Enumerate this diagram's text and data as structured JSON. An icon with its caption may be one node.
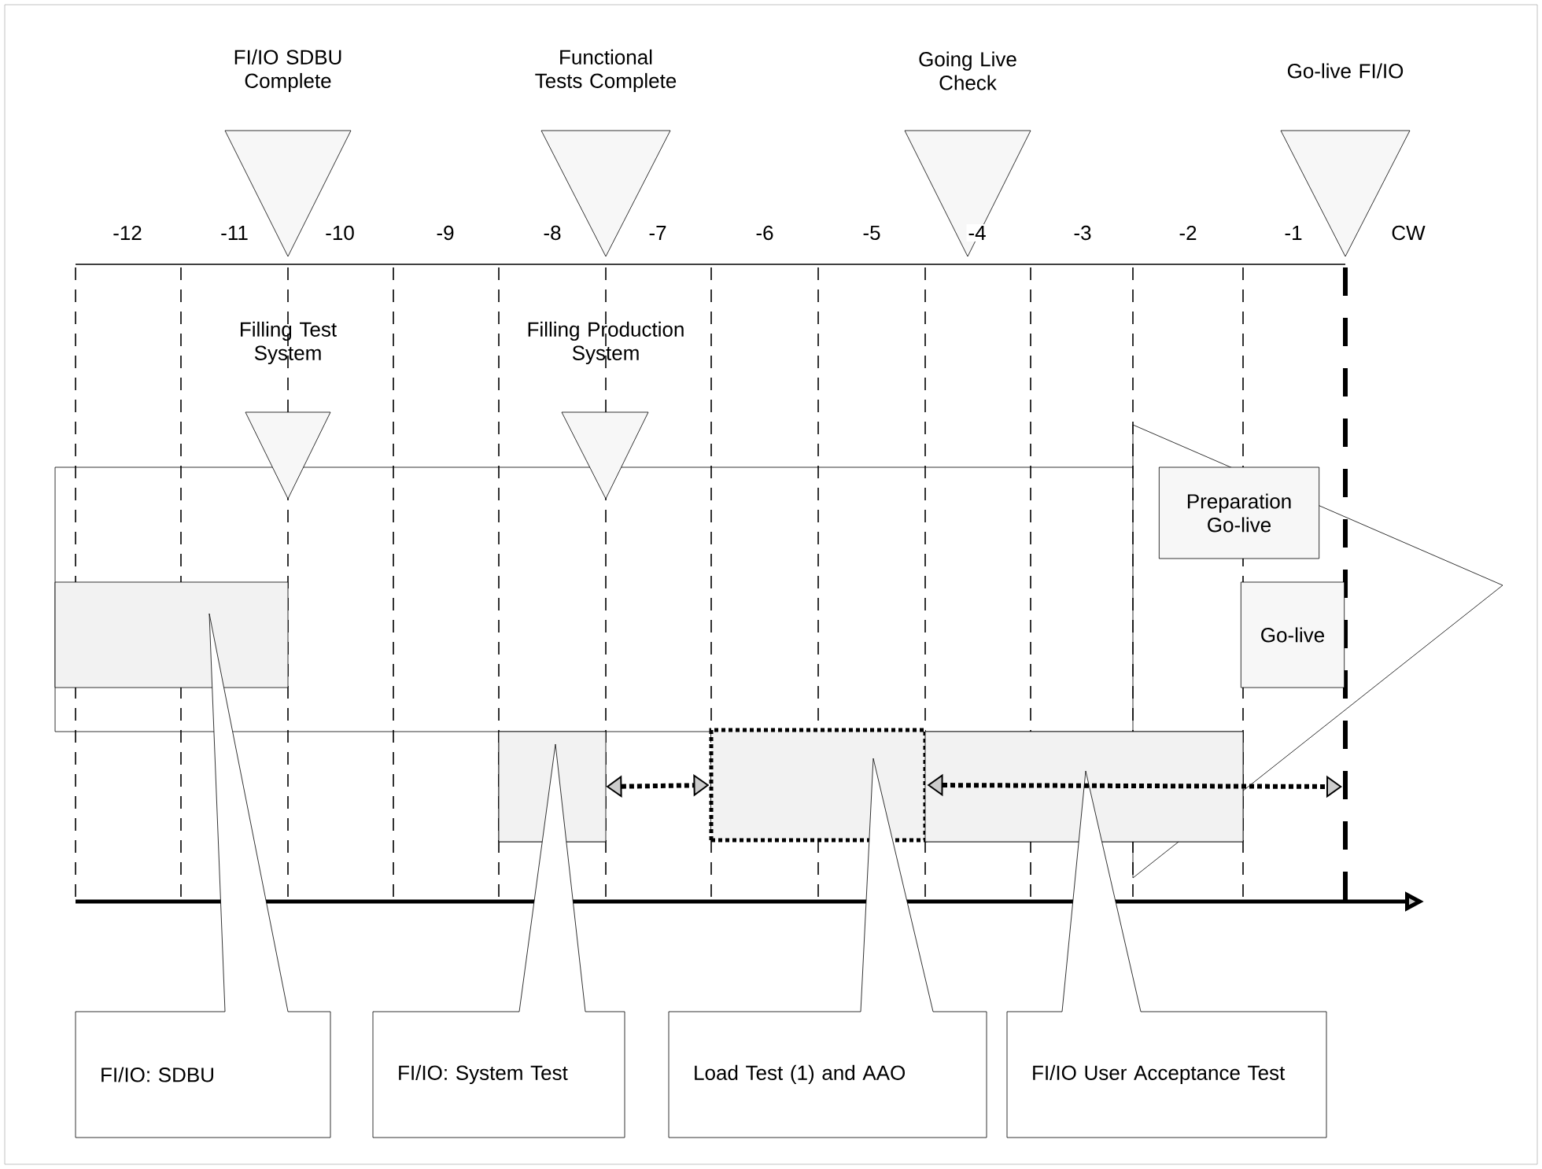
{
  "diagram": {
    "nodes": [
      {
        "text": [
          "FI/IO SDBU Complete"
        ]
      },
      {
        "text": [
          "Functional Tests Complete"
        ]
      },
      {
        "text": [
          "Going Live Check"
        ]
      },
      {
        "text": [
          "Go-live FI/IO"
        ]
      },
      {
        "text": [
          "Filling Test System"
        ]
      },
      {
        "text": [
          "Filling Production System"
        ]
      },
      {
        "text": [
          "Preparation Go-live"
        ]
      },
      {
        "text": [
          "Go-live"
        ]
      },
      {
        "text": [],
        "shape": "bar"
      },
      {
        "text": [],
        "shape": "bar"
      },
      {
        "text": [],
        "shape": "box"
      },
      {
        "text": [],
        "shape": "bar"
      },
      {
        "text": [
          "FI/IO: SDBU"
        ]
      },
      {
        "text": [
          "FI/IO: System Test"
        ]
      },
      {
        "text": [
          "Load Test (1) and AAO"
        ]
      },
      {
        "text": [
          "FI/IO User Acceptance Test"
        ]
      }
    ],
    "edges": [
      {
        "from": 9,
        "to": 10,
        "arrow": "both",
        "style": "dashed"
      },
      {
        "from": 10,
        "to": null,
        "arrow": "both",
        "style": "dashed"
      }
    ],
    "labels": [
      "-12",
      "-11",
      "-10",
      "-9",
      "-8",
      "-7",
      "-6",
      "-5",
      "-4",
      "-3",
      "-2",
      "-1",
      "CW"
    ]
  }
}
